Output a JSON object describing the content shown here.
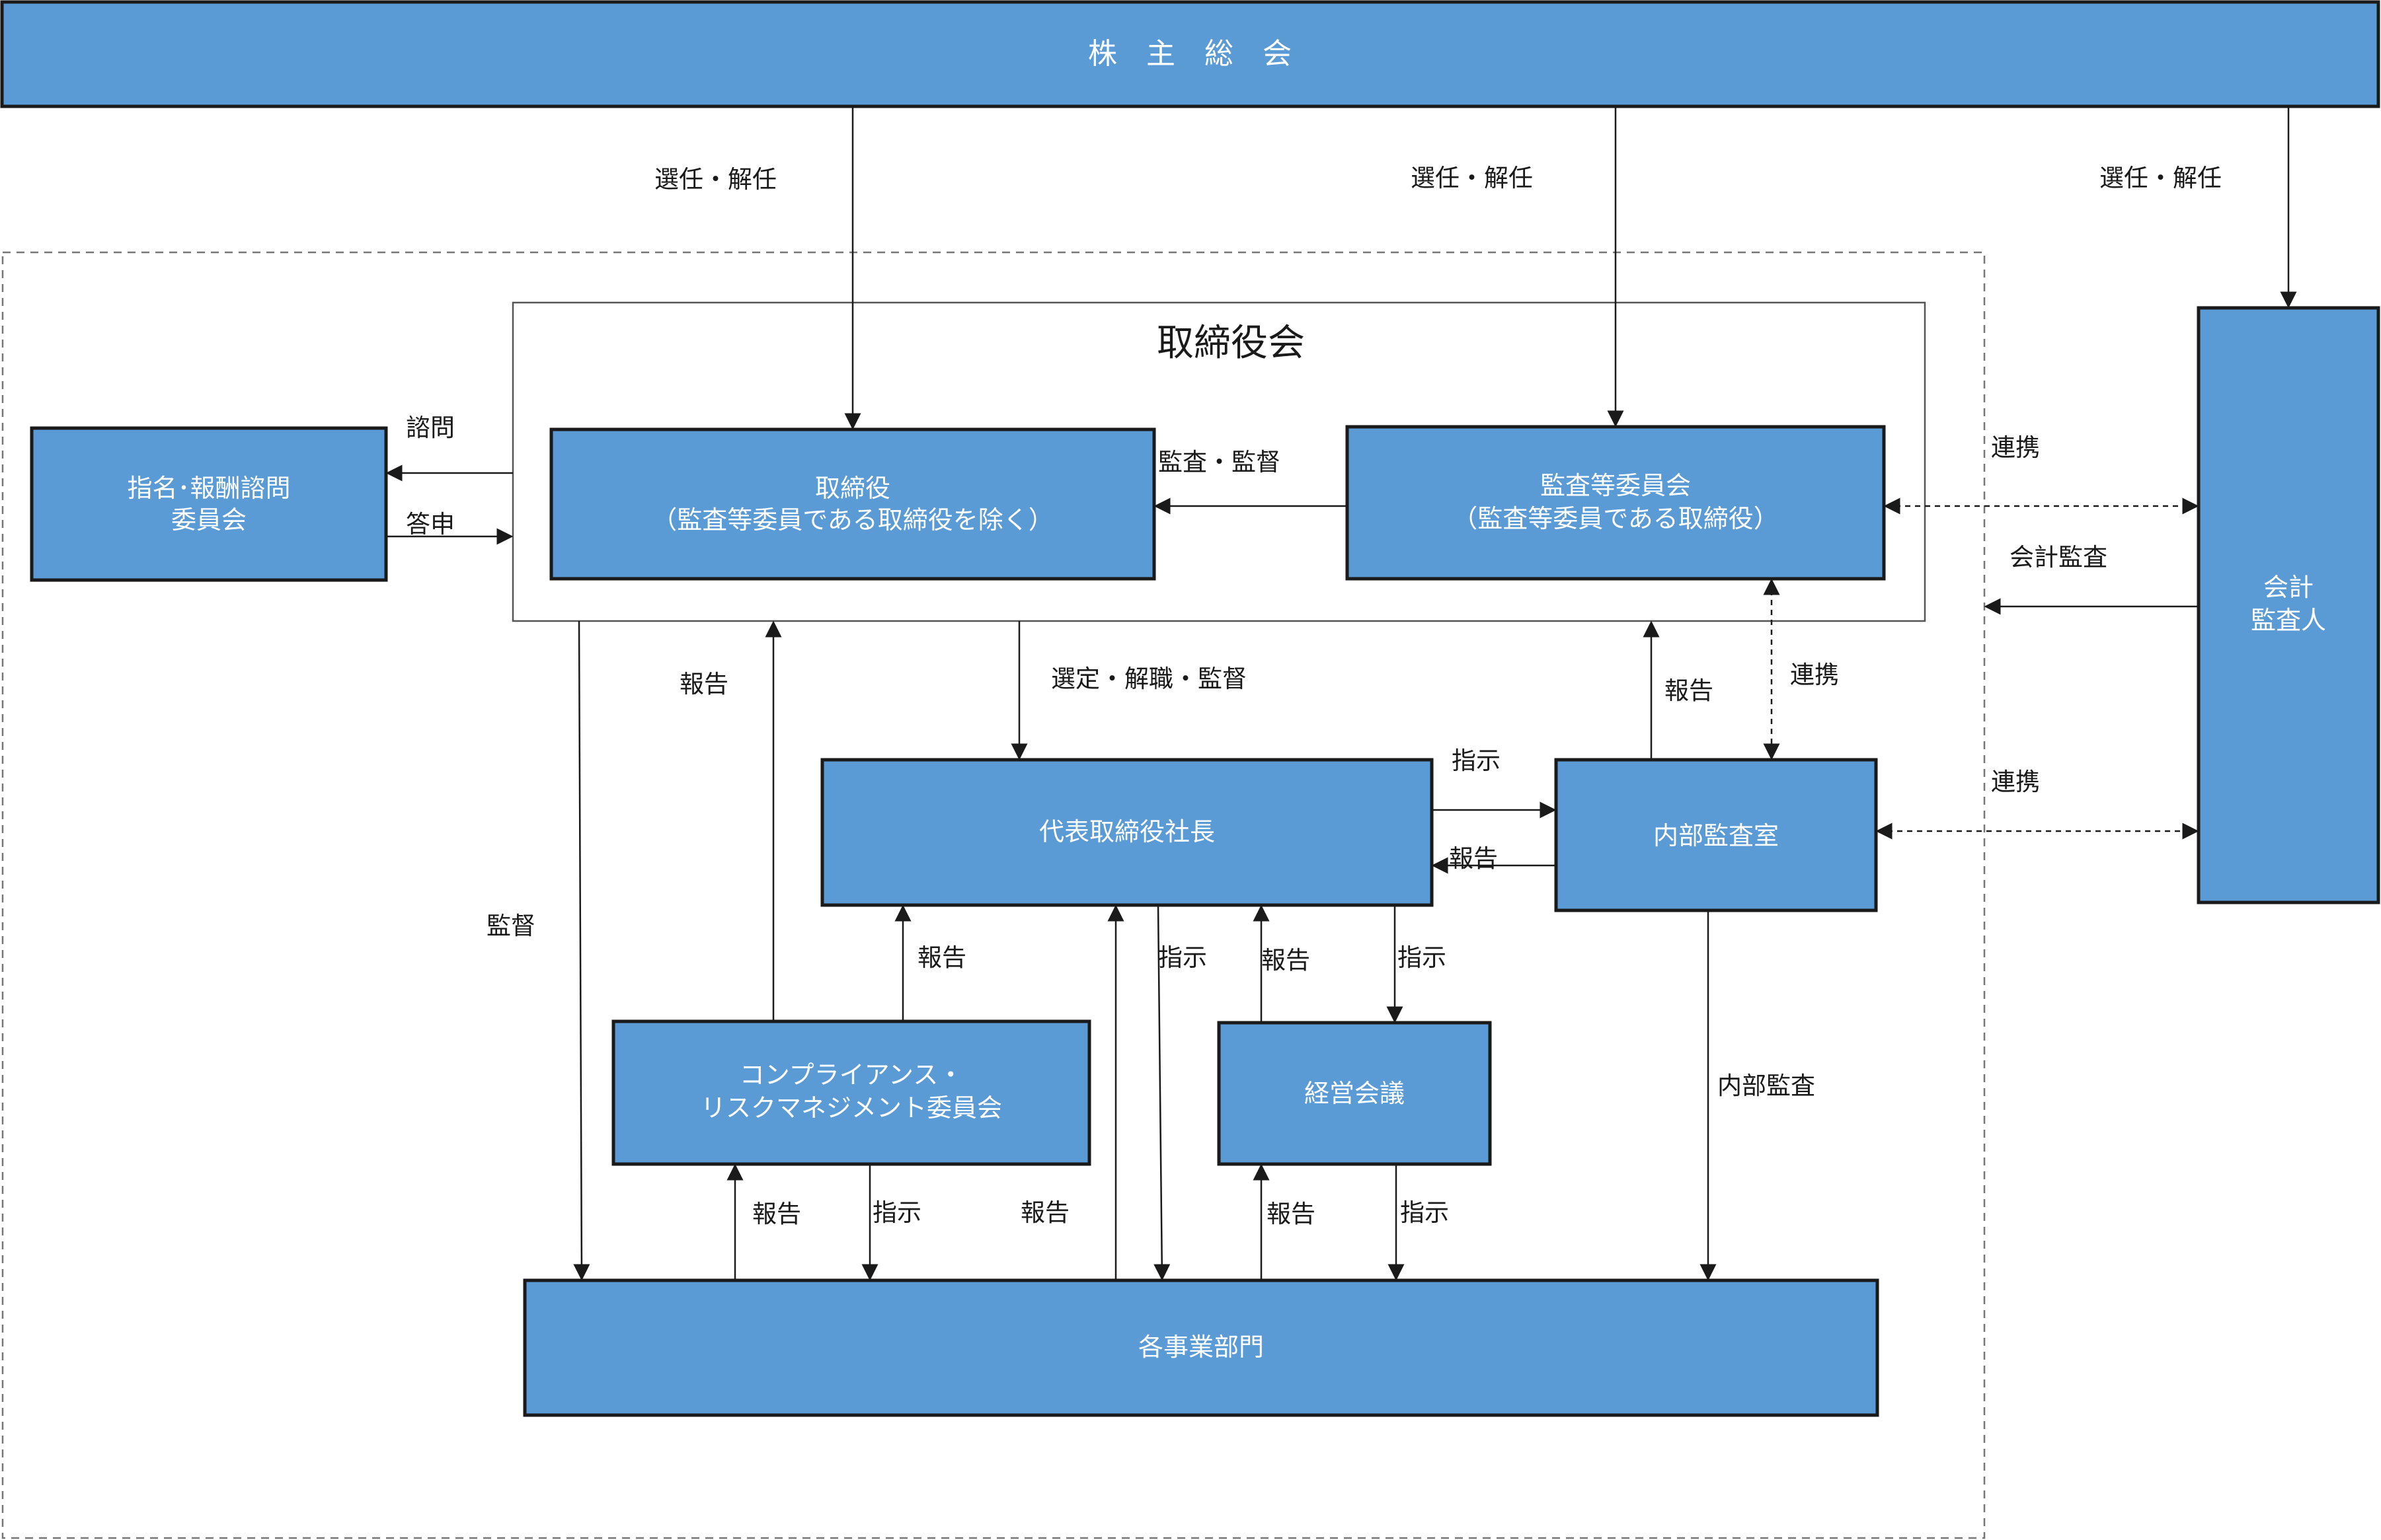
{
  "nodes": {
    "shareholders": {
      "label": "株　主　総　会"
    },
    "board": {
      "label": "取締役会"
    },
    "nomination": {
      "lines": [
        "指名･報酬諮問",
        "委員会"
      ]
    },
    "directors": {
      "lines": [
        "取締役",
        "（監査等委員である取締役を除く）"
      ]
    },
    "audit_committee": {
      "lines": [
        "監査等委員会",
        "（監査等委員である取締役）"
      ]
    },
    "auditor": {
      "lines": [
        "会計",
        "監査人"
      ]
    },
    "president": {
      "label": "代表取締役社長"
    },
    "internal_audit": {
      "label": "内部監査室"
    },
    "compliance": {
      "lines": [
        "コンプライアンス・",
        "リスクマネジメント委員会"
      ]
    },
    "management": {
      "label": "経営会議"
    },
    "business": {
      "label": "各事業部門"
    }
  },
  "edges": {
    "elect_directors": "選任・解任",
    "elect_audit": "選任・解任",
    "elect_auditor": "選任・解任",
    "consult": "諮問",
    "report_back": "答申",
    "audit_supervise": "監査・監督",
    "cooperate_auditor_audit": "連携",
    "accounting_audit": "会計監査",
    "select_president": "選定・解職・監督",
    "report_compliance_board": "報告",
    "report_internal_board": "報告",
    "cooperate_audit_internal": "連携",
    "cooperate_internal_auditor": "連携",
    "instruct_internal": "指示",
    "report_internal_president": "報告",
    "supervise_business": "監督",
    "report_compliance_president": "報告",
    "instruct_business_direct": "指示",
    "report_management_president": "報告",
    "instruct_management": "指示",
    "internal_audit_business": "内部監査",
    "report_business_compliance": "報告",
    "instruct_compliance_business": "指示",
    "report_business_president": "報告",
    "report_business_management": "報告",
    "instruct_management_business": "指示"
  }
}
